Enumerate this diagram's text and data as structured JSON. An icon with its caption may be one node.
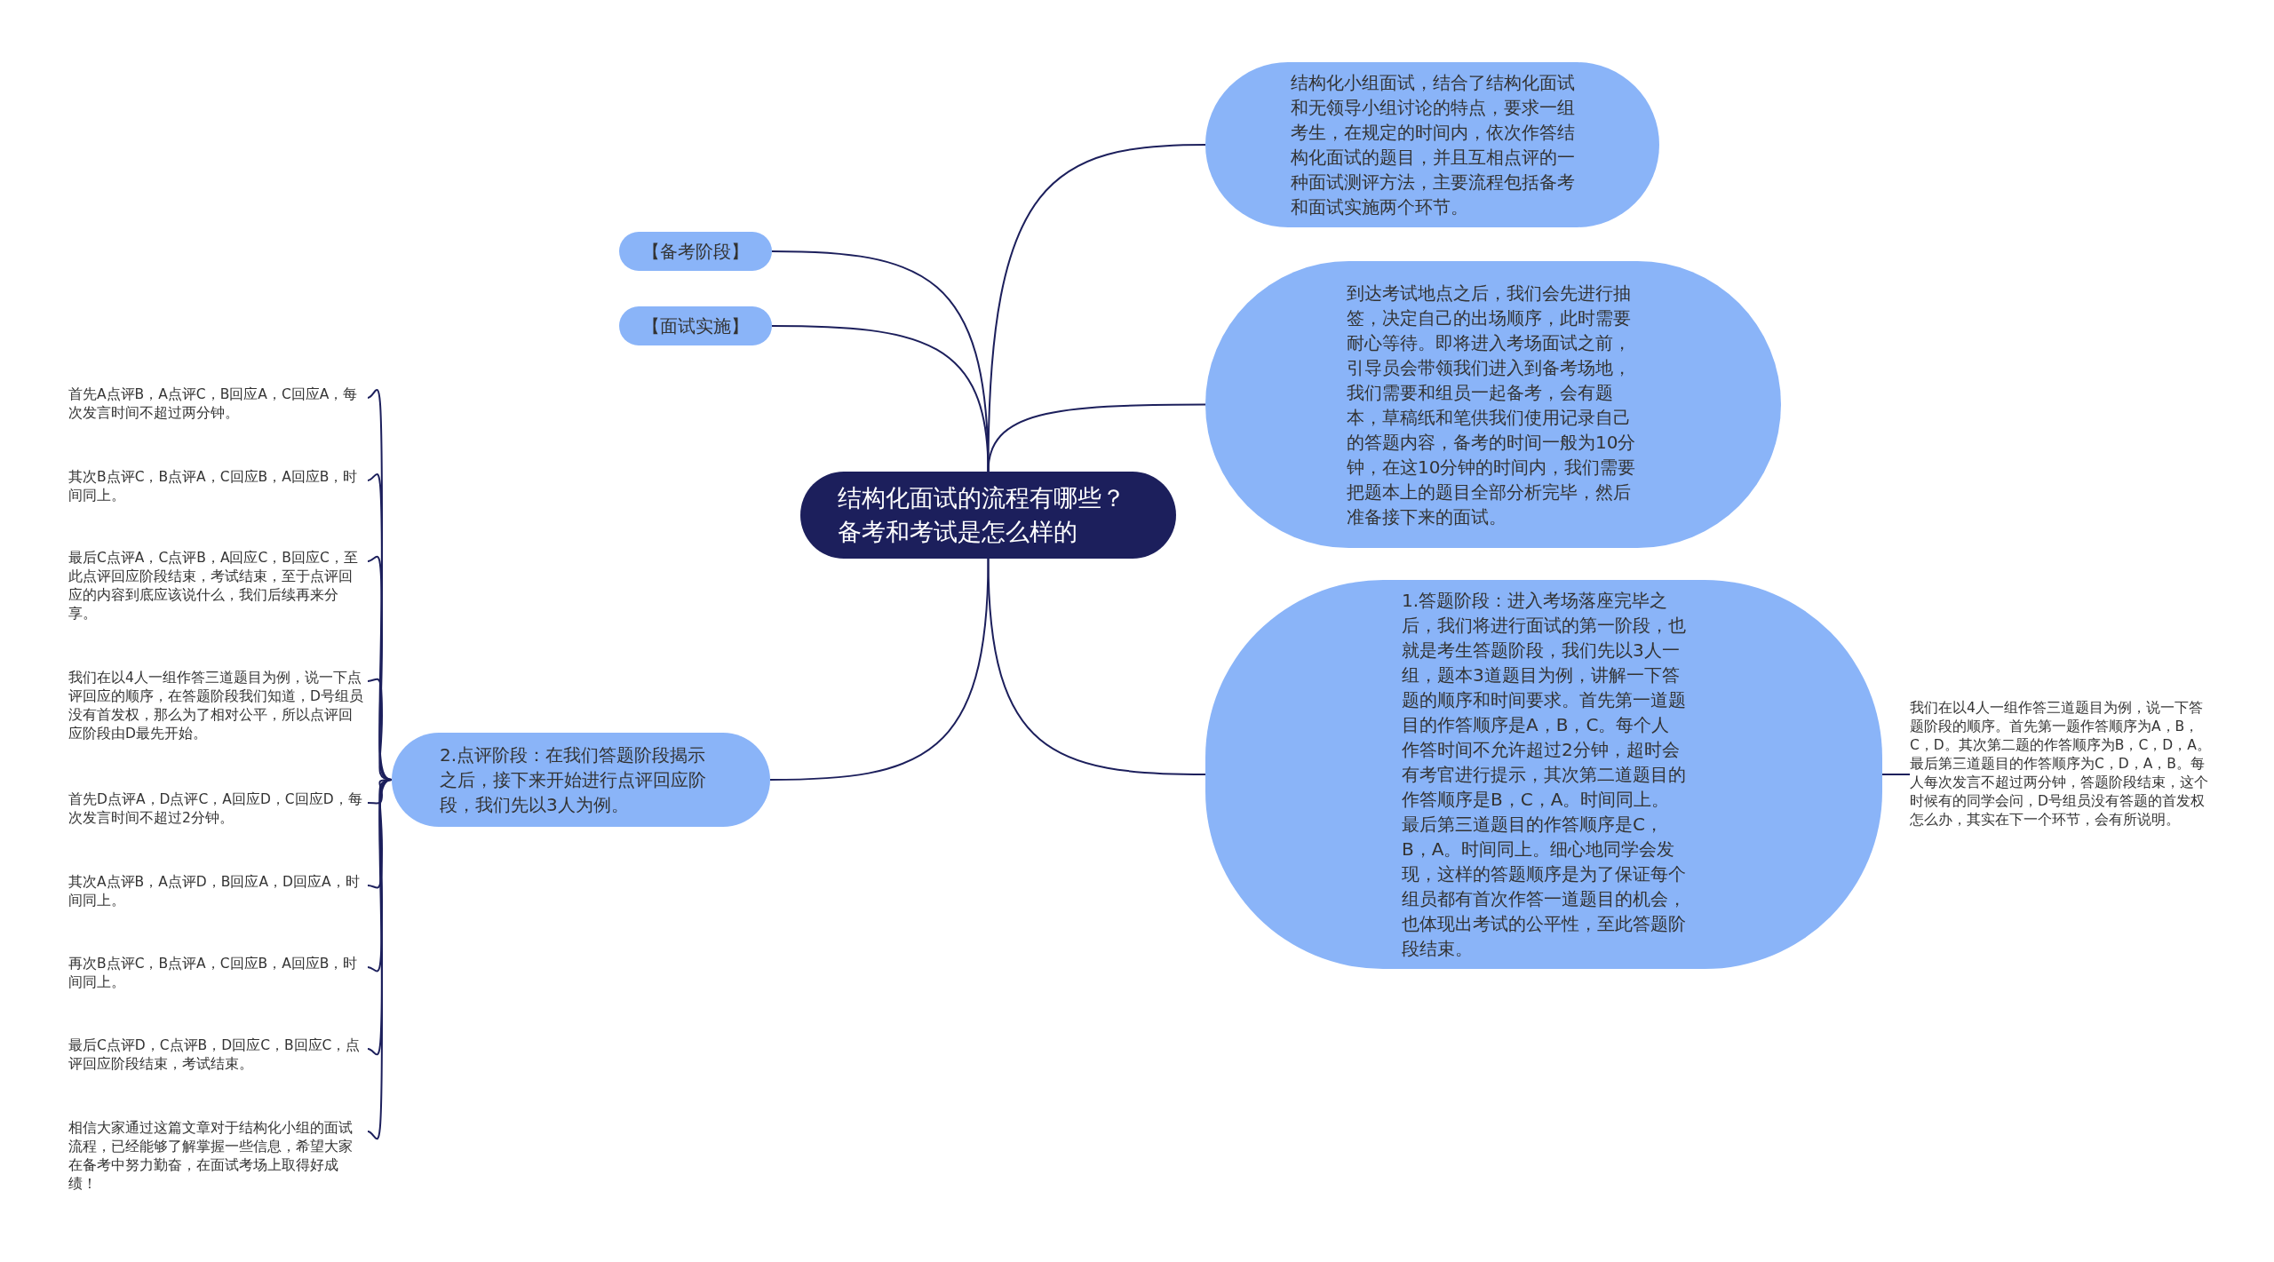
{
  "diagram": {
    "nodes": [
      {
        "text": [
          "结构化面试的流程有哪些？备考和考试是怎么样的"
        ]
      },
      {
        "text": [
          "【备考阶段】"
        ]
      },
      {
        "text": [
          "【面试实施】"
        ]
      },
      {
        "text": [
          "结构化小组面试，结合了结构化面试和无领导小组讨论的特点，要求一组考生，在规定的时间内，依次作答结构化面试的题目，并且互相点评的一种面试测评方法，主要流程包括备考和面试实施两个环节。"
        ]
      },
      {
        "text": [
          "到达考试地点之后，我们会先进行抽签，决定自己的出场顺序，此时需要耐心等待。即将进入考场面试之前，引导员会带领我们进入到备考场地，我们需要和组员一起备考，会有题本，草稿纸和笔供我们使用记录自己的答题内容，备考的时间一般为10分钟，在这10分钟的时间内，我们需要把题本上的题目全部分析完毕，然后准备接下来的面试。"
        ]
      },
      {
        "text": [
          "1.答题阶段：进入考场落座完毕之后，我们将进行面试的第一阶段，也就是考生答题阶段，我们先以3人一组，题本3道题目为例，讲解一下答题的顺序和时间要求。首先第一道题目的作答顺序是A，B，C。每个人作答时间不允许超过2分钟，超时会有考官进行提示，其次第二道题目的作答顺序是B，C，A。时间同上。最后第三道题目的作答顺序是C，B，A。时间同上。细心地同学会发现，这样的答题顺序是为了保证每个组员都有首次作答一道题目的机会，也体现出考试的公平性，至此答题阶段结束。"
        ]
      },
      {
        "text": [
          "我们在以4人一组作答三道题目为例，说一下答题阶段的顺序。首先第一题作答顺序为A，B，C，D。其次第二题的作答顺序为B，C，D，A。最后第三道题目的作答顺序为C，D，A，B。每人每次发言不超过两分钟，答题阶段结束，这个时候有的同学会问，D号组员没有答题的首发权怎么办，其实在下一个环节，会有所说明。"
        ]
      },
      {
        "text": [
          "2.点评阶段：在我们答题阶段揭示之后，接下来开始进行点评回应阶段，我们先以3人为例。"
        ]
      },
      {
        "text": [
          "首先A点评B，A点评C，B回应A，C回应A，每次发言时间不超过两分钟。"
        ]
      },
      {
        "text": [
          "其次B点评C，B点评A，C回应B，A回应B，时间同上。"
        ]
      },
      {
        "text": [
          "最后C点评A，C点评B，A回应C，B回应C，至此点评回应阶段结束，考试结束，至于点评回应的内容到底应该说什么，我们后续再来分享。"
        ]
      },
      {
        "text": [
          "我们在以4人一组作答三道题目为例，说一下点评回应的顺序，在答题阶段我们知道，D号组员没有首发权，那么为了相对公平，所以点评回应阶段由D最先开始。"
        ]
      },
      {
        "text": [
          "首先D点评A，D点评C，A回应D，C回应D，每次发言时间不超过2分钟。"
        ]
      },
      {
        "text": [
          "其次A点评B，A点评D，B回应A，D回应A，时间同上。"
        ]
      },
      {
        "text": [
          "再次B点评C，B点评A，C回应B，A回应B，时间同上。"
        ]
      },
      {
        "text": [
          "最后C点评D，C点评B，D回应C，B回应C，点评回应阶段结束，考试结束。"
        ]
      },
      {
        "text": [
          "相信大家通过这篇文章对于结构化小组的面试流程，已经能够了解掌握一些信息，希望大家在备考中努力勤奋，在面试考场上取得好成绩！"
        ]
      }
    ],
    "edges": [
      {
        "from": 0,
        "to": 1,
        "arrow": "none"
      },
      {
        "from": 0,
        "to": 2,
        "arrow": "none"
      },
      {
        "from": 0,
        "to": 3,
        "arrow": "none"
      },
      {
        "from": 0,
        "to": 4,
        "arrow": "none"
      },
      {
        "from": 0,
        "to": 5,
        "arrow": "none"
      },
      {
        "from": 5,
        "to": 6,
        "arrow": "none"
      },
      {
        "from": 0,
        "to": 7,
        "arrow": "none"
      },
      {
        "from": 7,
        "to": 8,
        "arrow": "none"
      },
      {
        "from": 7,
        "to": 9,
        "arrow": "none"
      },
      {
        "from": 7,
        "to": 10,
        "arrow": "none"
      },
      {
        "from": 7,
        "to": 11,
        "arrow": "none"
      },
      {
        "from": 7,
        "to": 12,
        "arrow": "none"
      },
      {
        "from": 7,
        "to": 13,
        "arrow": "none"
      },
      {
        "from": 7,
        "to": 14,
        "arrow": "none"
      },
      {
        "from": 7,
        "to": 15,
        "arrow": "none"
      },
      {
        "from": 7,
        "to": 16,
        "arrow": "none"
      }
    ]
  }
}
